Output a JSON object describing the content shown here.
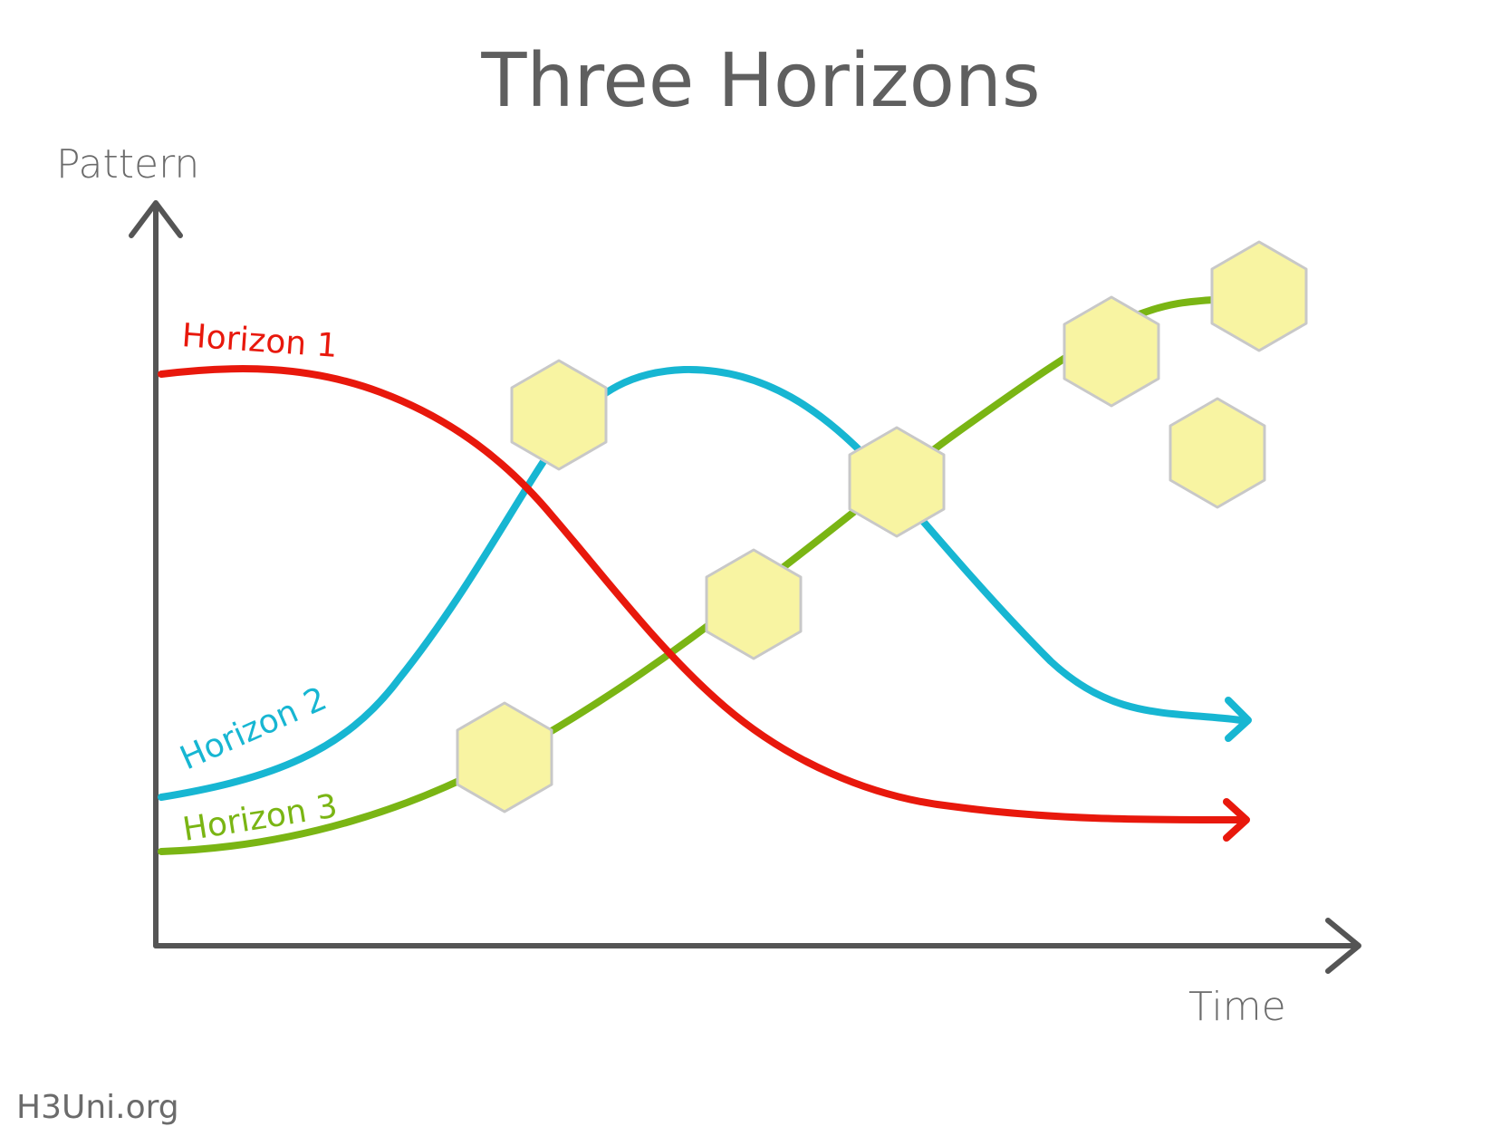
{
  "title": "Three Horizons",
  "y_axis_label": "Pattern",
  "x_axis_label": "Time",
  "footer": "H3Uni.org",
  "colors": {
    "axis": "#555555",
    "horizon1": "#e8180c",
    "horizon2": "#17b6d2",
    "horizon3": "#7ab514",
    "hexagon_fill": "#f8f4a2",
    "hexagon_stroke": "#c8c8c8"
  },
  "curves": [
    {
      "id": "horizon1",
      "label": "Horizon 1"
    },
    {
      "id": "horizon2",
      "label": "Horizon 2"
    },
    {
      "id": "horizon3",
      "label": "Horizon 3"
    }
  ],
  "icons": [
    "hexagon-icon",
    "arrow-head-icon"
  ]
}
